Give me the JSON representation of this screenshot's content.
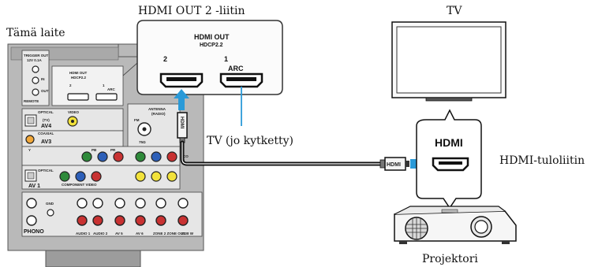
{
  "labels": {
    "this_unit": "Tämä laite",
    "hdmi_out2_jack": "HDMI OUT 2 -liitin",
    "tv_top": "TV",
    "tv_connected": "TV (jo kytketty)",
    "hdmi_input_jack": "HDMI-tuloliitin",
    "projector": "Projektori"
  },
  "zoom_panel": {
    "title": "HDMI OUT",
    "subtitle": "HDCP2.2",
    "port2": "2",
    "port1": "1",
    "arc": "ARC"
  },
  "projector_panel": {
    "title": "HDMI"
  },
  "cable": {
    "plug_label_vertical": "HDMI",
    "plug_label_horizontal": "HDMI"
  },
  "receiver_panel": {
    "trigger_out": "TRIGGER OUT",
    "trigger_volt": "12V 0.1A",
    "in": "IN",
    "out": "OUT",
    "remote": "REMOTE",
    "hdmi_out": "HDMI OUT",
    "hdcp": "HDCP2.2",
    "p2": "2",
    "p1": "1",
    "arc": "ARC",
    "optical": "OPTICAL",
    "tv": "(TV)",
    "av4": "AV4",
    "video": "VIDEO",
    "coaxial": "COAXIAL",
    "av3": "AV3",
    "optical2": "OPTICAL",
    "av1": "AV 1",
    "component_video": "COMPONENT VIDEO",
    "antenna": "ANTENNA",
    "radio": "(RADIO)",
    "fm": "FM",
    "tso": "75Ω",
    "gnd": "GND",
    "phono": "PHONO",
    "audio1": "AUDIO 1",
    "audio2": "AUDIO 2",
    "av5": "AV 5",
    "av6": "AV 6",
    "zone2": "ZONE 2 ZONE OUT",
    "sub": "SUB W",
    "y": "Y",
    "pb": "PB",
    "pr": "PR",
    "co": "CO"
  }
}
